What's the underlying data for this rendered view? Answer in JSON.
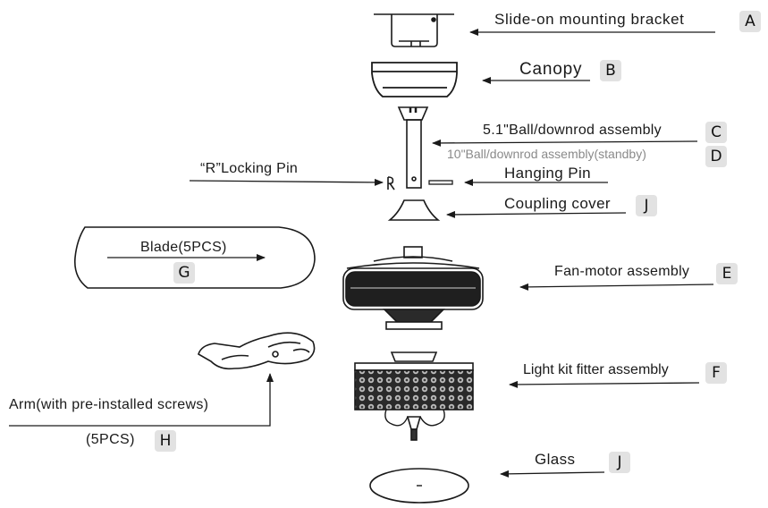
{
  "parts": {
    "A": {
      "label": "Slide-on mounting bracket",
      "badge": "A"
    },
    "B": {
      "label": "Canopy",
      "badge": "B"
    },
    "C": {
      "label": "5.1\"Ball/downrod assembly",
      "badge": "C"
    },
    "D": {
      "label": "10\"Ball/downrod assembly(standby)",
      "badge": "D"
    },
    "hanging_pin": {
      "label": "Hanging Pin"
    },
    "r_pin": {
      "label": "“R”Locking Pin"
    },
    "J1": {
      "label": "Coupling cover",
      "badge": "J"
    },
    "G": {
      "label": "Blade(5PCS)",
      "badge": "G"
    },
    "E": {
      "label": "Fan-motor assembly",
      "badge": "E"
    },
    "F": {
      "label": "Light kit fitter assembly",
      "badge": "F"
    },
    "H": {
      "label": "Arm(with pre-installed screws)",
      "qty": "(5PCS)",
      "badge": "H"
    },
    "J2": {
      "label": "Glass",
      "badge": "J"
    }
  },
  "colors": {
    "line": "#1a1a1a",
    "badge_bg": "#e2e2e2",
    "muted_text": "#8a8a8a"
  }
}
